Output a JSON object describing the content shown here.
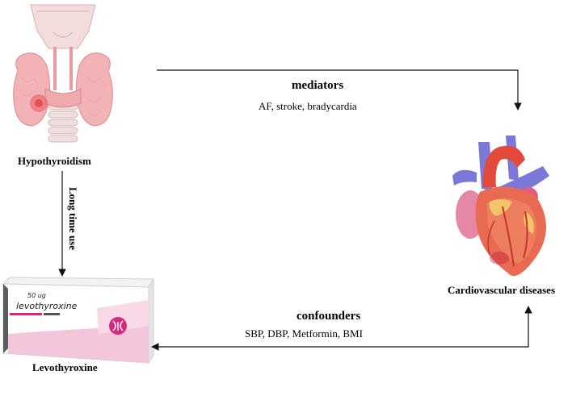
{
  "nodes": {
    "hypothyroidism": "Hypothyroidism",
    "levothyroxine": "Levothyroxine",
    "cardiovascular": "Cardiovascular diseases"
  },
  "edges": {
    "long_time_use": "Long time use",
    "mediators_title": "mediators",
    "mediators_list": "AF, stroke, bradycardia",
    "confounders_title": "confounders",
    "confounders_list": "SBP, DBP, Metformin, BMI"
  },
  "package": {
    "dose": "50 ug",
    "name": "levothyroxine"
  },
  "icons": [
    "thyroid-icon",
    "heart-icon",
    "medicine-box-icon"
  ],
  "colors": {
    "thyroid": "#f3b3b6",
    "heart_red": "#e24a3c",
    "heart_vessel_blue": "#7b78d8",
    "box_pink": "#f4c6dc",
    "accent_magenta": "#d6287f"
  }
}
